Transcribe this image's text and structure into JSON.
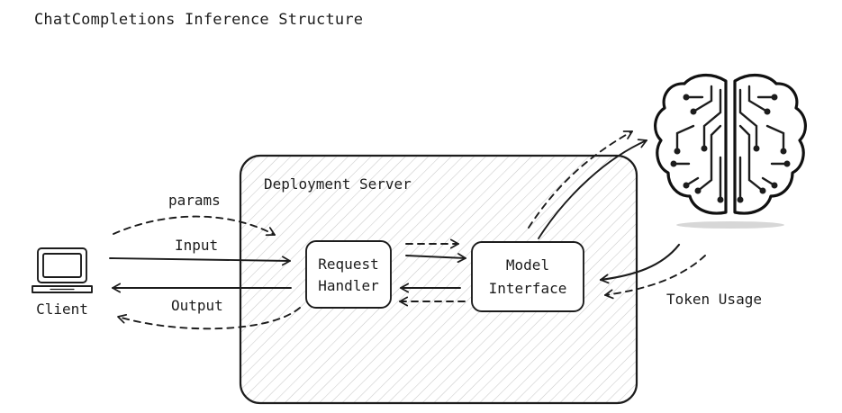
{
  "title": "ChatCompletions Inference Structure",
  "server": {
    "label": "Deployment Server"
  },
  "client": {
    "label": "Client",
    "icon": "laptop-icon"
  },
  "request_handler": {
    "line1": "Request",
    "line2": "Handler"
  },
  "model_interface": {
    "line1": "Model",
    "line2": "Interface"
  },
  "model": {
    "icon": "brain-circuit-icon"
  },
  "edges": {
    "params": "params",
    "input": "Input",
    "output": "Output",
    "token_usage": "Token Usage"
  }
}
